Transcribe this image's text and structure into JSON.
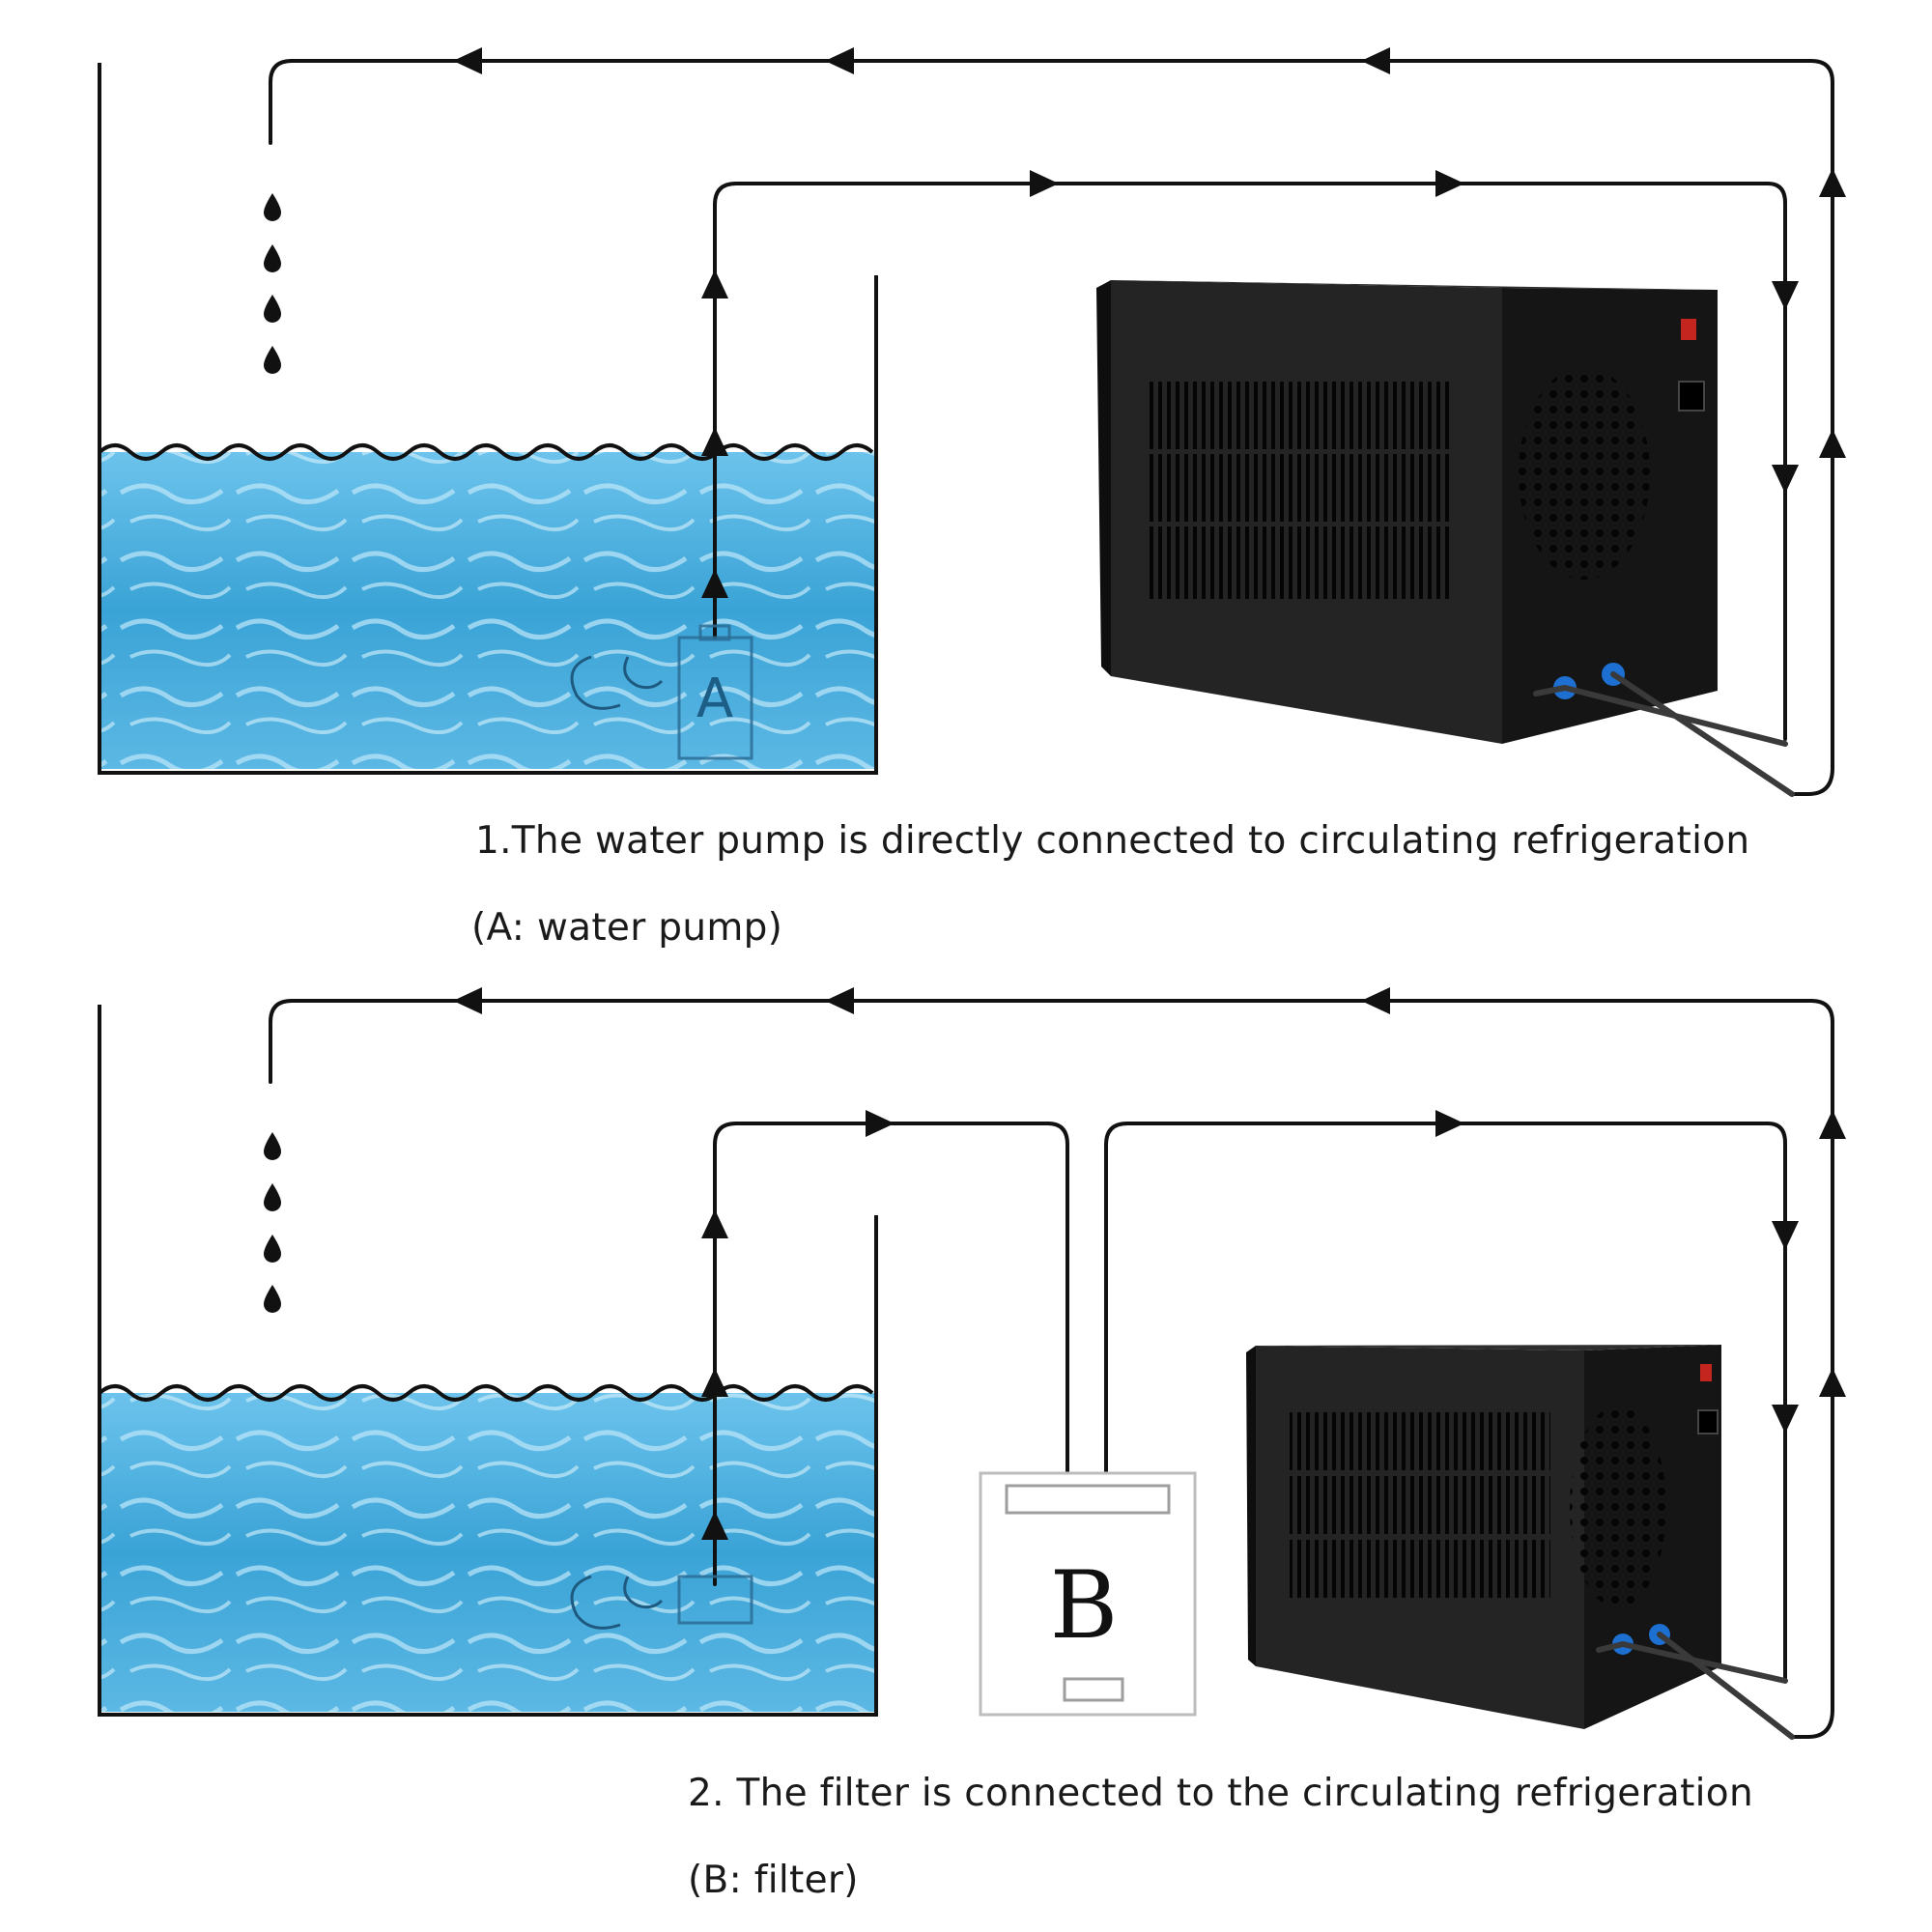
{
  "panels": [
    {
      "caption_title": "1.The water pump is directly connected to circulating refrigeration",
      "caption_note": "(A: water pump)",
      "device_label": "A"
    },
    {
      "caption_title": "2. The filter is connected to the circulating refrigeration",
      "caption_note": "(B: filter)",
      "device_label": "B"
    }
  ],
  "colors": {
    "water_light": "#8fd3f2",
    "water_dark": "#3aa3d6",
    "chiller_body": "#1f1f1f",
    "pipe": "#111111",
    "filter_box": "#ffffff"
  },
  "icons": [
    "water-drop-icon",
    "flow-arrow-icon",
    "swirl-arrow-icon",
    "power-switch-icon",
    "power-socket-icon"
  ]
}
